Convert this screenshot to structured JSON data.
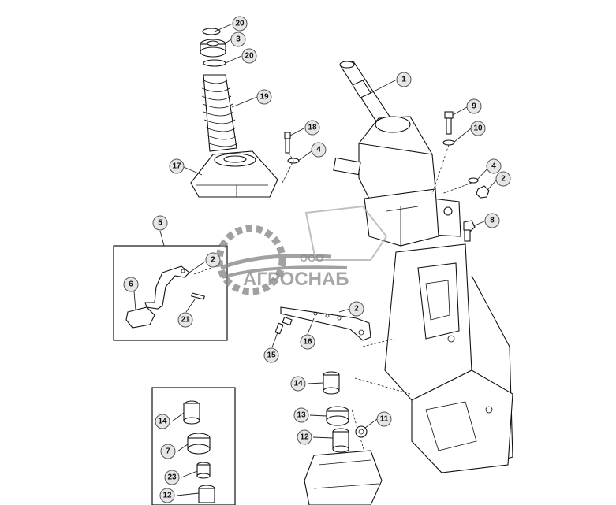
{
  "watermark": {
    "prefix": "ООО",
    "brand": "АГРОСНАБ"
  },
  "callouts": [
    {
      "id": "c20a",
      "label": "20"
    },
    {
      "id": "c3",
      "label": "3"
    },
    {
      "id": "c20b",
      "label": "20"
    },
    {
      "id": "c19",
      "label": "19"
    },
    {
      "id": "c17",
      "label": "17"
    },
    {
      "id": "c18",
      "label": "18"
    },
    {
      "id": "c4a",
      "label": "4"
    },
    {
      "id": "c1",
      "label": "1"
    },
    {
      "id": "c9",
      "label": "9"
    },
    {
      "id": "c10",
      "label": "10"
    },
    {
      "id": "c4b",
      "label": "4"
    },
    {
      "id": "c2a",
      "label": "2"
    },
    {
      "id": "c8",
      "label": "8"
    },
    {
      "id": "c5",
      "label": "5"
    },
    {
      "id": "c2b",
      "label": "2"
    },
    {
      "id": "c6",
      "label": "6"
    },
    {
      "id": "c21",
      "label": "21"
    },
    {
      "id": "c2c",
      "label": "2"
    },
    {
      "id": "c15",
      "label": "15"
    },
    {
      "id": "c16",
      "label": "16"
    },
    {
      "id": "c14a",
      "label": "14"
    },
    {
      "id": "c13",
      "label": "13"
    },
    {
      "id": "c11",
      "label": "11"
    },
    {
      "id": "c12a",
      "label": "12"
    },
    {
      "id": "c14b",
      "label": "14"
    },
    {
      "id": "c7",
      "label": "7"
    },
    {
      "id": "c23",
      "label": "23"
    },
    {
      "id": "c12b",
      "label": "12"
    }
  ],
  "colors": {
    "line": "#111111",
    "callout_fill": "#e6e6e6",
    "watermark": "#8a8a8a"
  }
}
